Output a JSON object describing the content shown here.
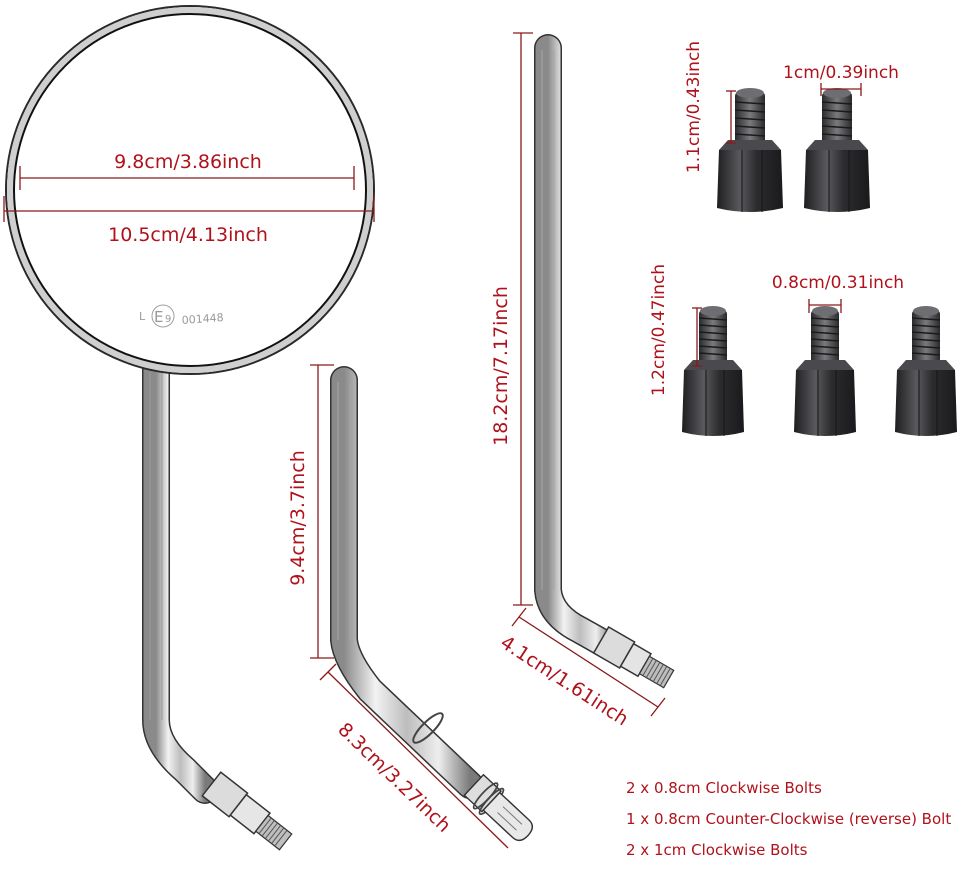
{
  "colors": {
    "dimension_text": "#b0121b",
    "dimension_line": "#8b1a1a",
    "chrome": "#d9d9d9",
    "bolt_dark": "#3a3a3c",
    "background": "#ffffff"
  },
  "mirror": {
    "inner_diameter_label": "9.8cm/3.86inch",
    "outer_diameter_label": "10.5cm/4.13inch",
    "e_mark": {
      "prefix": "L",
      "letter": "E",
      "number": "9",
      "code": "001448"
    }
  },
  "short_stem": {
    "height_label": "9.4cm/3.7inch",
    "angled_length_label": "8.3cm/3.27inch"
  },
  "long_stem": {
    "height_label": "18.2cm/7.17inch",
    "angled_length_label": "4.1cm/1.61inch"
  },
  "bolts": {
    "top_row": {
      "height_label": "1.1cm/0.43inch",
      "width_label": "1cm/0.39inch",
      "count": 2
    },
    "bottom_row": {
      "height_label": "1.2cm/0.47inch",
      "width_label": "0.8cm/0.31inch",
      "count": 3
    }
  },
  "notes": [
    "2 x 0.8cm Clockwise Bolts",
    "1 x 0.8cm Counter-Clockwise (reverse) Bolt",
    "2 x 1cm Clockwise Bolts"
  ]
}
